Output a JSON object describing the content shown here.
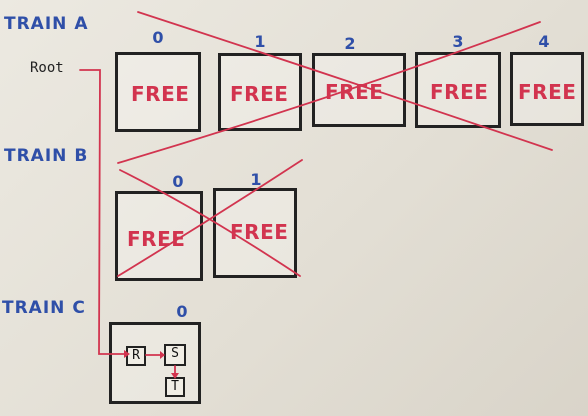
{
  "trains": [
    {
      "label": "TRAIN A",
      "cars": [
        {
          "index": "0",
          "text": "FREE"
        },
        {
          "index": "1",
          "text": "FREE"
        },
        {
          "index": "2",
          "text": "FREE"
        },
        {
          "index": "3",
          "text": "FREE"
        },
        {
          "index": "4",
          "text": "FREE"
        }
      ]
    },
    {
      "label": "TRAIN B",
      "cars": [
        {
          "index": "0",
          "text": "FREE"
        },
        {
          "index": "1",
          "text": "FREE"
        }
      ]
    },
    {
      "label": "TRAIN C",
      "cars": [
        {
          "index": "0",
          "objects": [
            "R",
            "S",
            "T"
          ]
        }
      ]
    }
  ],
  "root_label": "Root",
  "colors": {
    "ink": "#222222",
    "label_blue": "#2f4fa8",
    "marker_red": "#d2344f"
  }
}
